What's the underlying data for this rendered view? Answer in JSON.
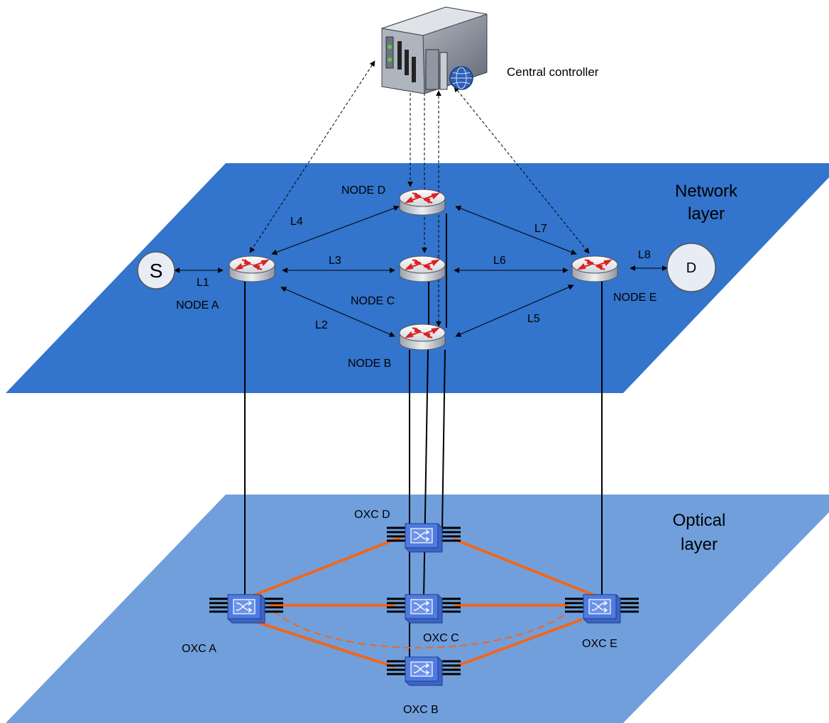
{
  "controller": {
    "label": "Central controller"
  },
  "layers": {
    "network": {
      "line1": "Network",
      "line2": "layer",
      "color": "#3374CC"
    },
    "optical": {
      "line1": "Optical",
      "line2": "layer",
      "color": "#709FDC"
    }
  },
  "endpoints": {
    "source": "S",
    "destination": "D"
  },
  "routers": {
    "a": "NODE A",
    "b": "NODE B",
    "c": "NODE C",
    "d": "NODE D",
    "e": "NODE E"
  },
  "links": {
    "l1": "L1",
    "l2": "L2",
    "l3": "L3",
    "l4": "L4",
    "l5": "L5",
    "l6": "L6",
    "l7": "L7",
    "l8": "L8"
  },
  "oxcs": {
    "a": "OXC A",
    "b": "OXC B",
    "c": "OXC C",
    "d": "OXC D",
    "e": "OXC E"
  },
  "colors": {
    "fiber": "#F0661E",
    "router_arrow": "#E02020",
    "oxc": "#4F7BE0"
  }
}
